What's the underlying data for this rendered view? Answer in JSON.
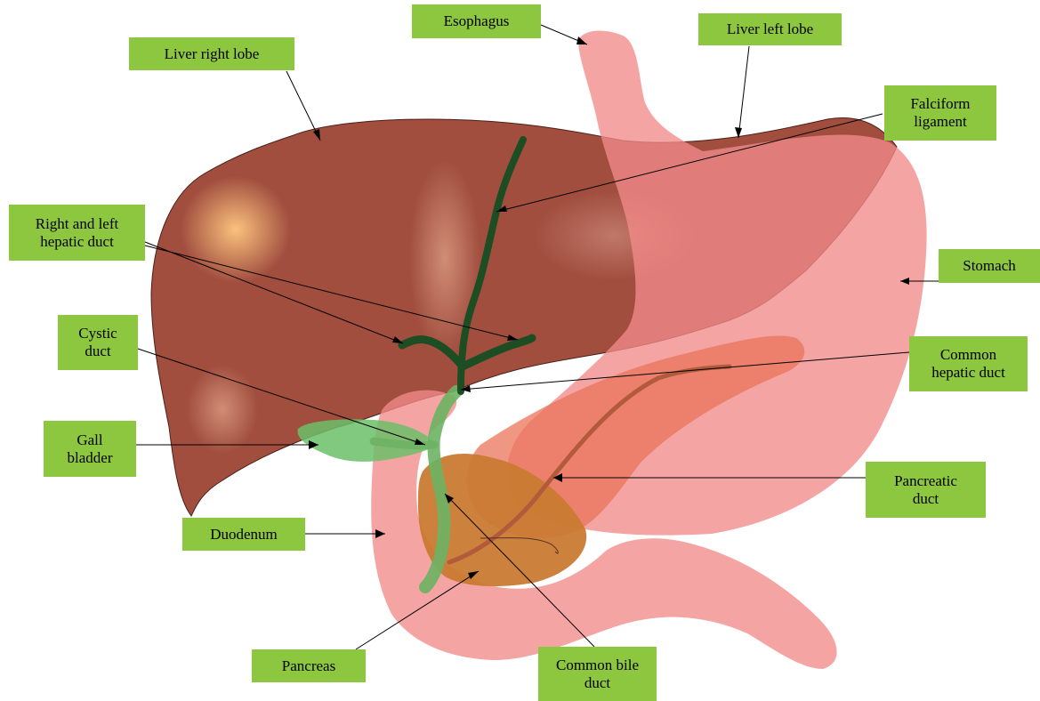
{
  "labels": {
    "esophagus": {
      "lines": [
        "Esophagus"
      ]
    },
    "liver_left_lobe": {
      "lines": [
        "Liver left lobe"
      ]
    },
    "liver_right_lobe": {
      "lines": [
        "Liver right lobe"
      ]
    },
    "falciform_ligament": {
      "lines": [
        "Falciform",
        "ligament"
      ]
    },
    "right_left_hepatic_duct": {
      "lines": [
        "Right and left",
        "hepatic duct"
      ]
    },
    "stomach": {
      "lines": [
        "Stomach"
      ]
    },
    "cystic_duct": {
      "lines": [
        "Cystic",
        "duct"
      ]
    },
    "common_hepatic_duct": {
      "lines": [
        "Common",
        "hepatic duct"
      ]
    },
    "gall_bladder": {
      "lines": [
        "Gall",
        "bladder"
      ]
    },
    "pancreatic_duct": {
      "lines": [
        "Pancreatic",
        "duct"
      ]
    },
    "duodenum": {
      "lines": [
        "Duodenum"
      ]
    },
    "pancreas": {
      "lines": [
        "Pancreas"
      ]
    },
    "common_bile_duct": {
      "lines": [
        "Common bile",
        "duct"
      ]
    }
  },
  "colors": {
    "label_bg": "#8dc63f",
    "liver": "#a14e3f",
    "stomach": "#f28a8a",
    "bile_duct": "#1d4d22",
    "gall_bladder": "#6cc06a",
    "pancreas": "#c97a32"
  }
}
